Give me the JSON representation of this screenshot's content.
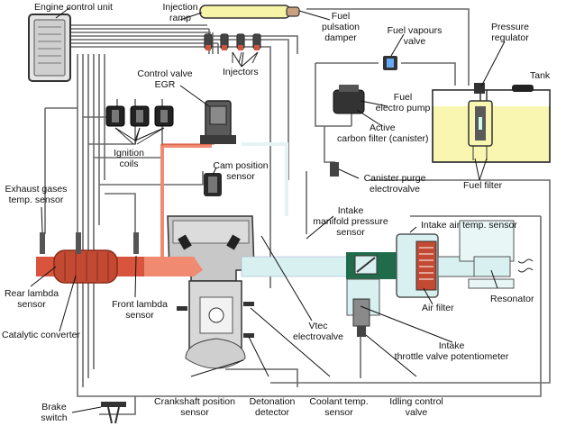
{
  "diagram": {
    "labels": {
      "engine_control_unit": "Engine control unit",
      "injection_ramp_1": "Injection",
      "injection_ramp_2": "ramp",
      "fuel_pulsation_damper_1": "Fuel",
      "fuel_pulsation_damper_2": "pulsation",
      "fuel_pulsation_damper_3": "damper",
      "fuel_vapours_valve_1": "Fuel vapours",
      "fuel_vapours_valve_2": "valve",
      "pressure_regulator_1": "Pressure",
      "pressure_regulator_2": "regulator",
      "tank": "Tank",
      "injectors": "Injectors",
      "control_valve_egr_1": "Control valve",
      "control_valve_egr_2": "EGR",
      "fuel_electro_pump_1": "Fuel",
      "fuel_electro_pump_2": "electro pump",
      "active_carbon_filter_1": "Active",
      "active_carbon_filter_2": "carbon filter (canister)",
      "ignition_coils_1": "Ignition",
      "ignition_coils_2": "coils",
      "cam_position_sensor_1": "Cam position",
      "cam_position_sensor_2": "sensor",
      "canister_purge_1": "Canister purge",
      "canister_purge_2": "electrovalve",
      "fuel_filter": "Fuel filter",
      "exhaust_temp_1": "Exhaust gases",
      "exhaust_temp_2": "temp. sensor",
      "intake_manifold_1": "Intake",
      "intake_manifold_2": "manifold pressure",
      "intake_manifold_3": "sensor",
      "intake_air_temp": "Intake air temp. sensor",
      "rear_lambda_1": "Rear lambda",
      "rear_lambda_2": "sensor",
      "front_lambda_1": "Front lambda",
      "front_lambda_2": "sensor",
      "resonator": "Resonator",
      "air_filter": "Air filter",
      "catalytic_converter": "Catalytic converter",
      "vtec_1": "Vtec",
      "vtec_2": "electrovalve",
      "throttle_pot_1": "Intake",
      "throttle_pot_2": "throttle valve potentiometer",
      "brake_switch_1": "Brake",
      "brake_switch_2": "switch",
      "crankshaft_1": "Crankshaft position",
      "crankshaft_2": "sensor",
      "detonation_1": "Detonation",
      "detonation_2": "detector",
      "coolant_1": "Coolant temp.",
      "coolant_2": "sensor",
      "idling_1": "Idling control",
      "idling_2": "valve"
    },
    "colors": {
      "exhaust": "#d9543c",
      "exhaust_hot": "#f08a70",
      "intake": "#d8f0f0",
      "fuel_yellow": "#f6f4a6",
      "tank_fill": "#f8f6b0",
      "throttle_green": "#1f6b4a",
      "wire": "#555555"
    }
  }
}
